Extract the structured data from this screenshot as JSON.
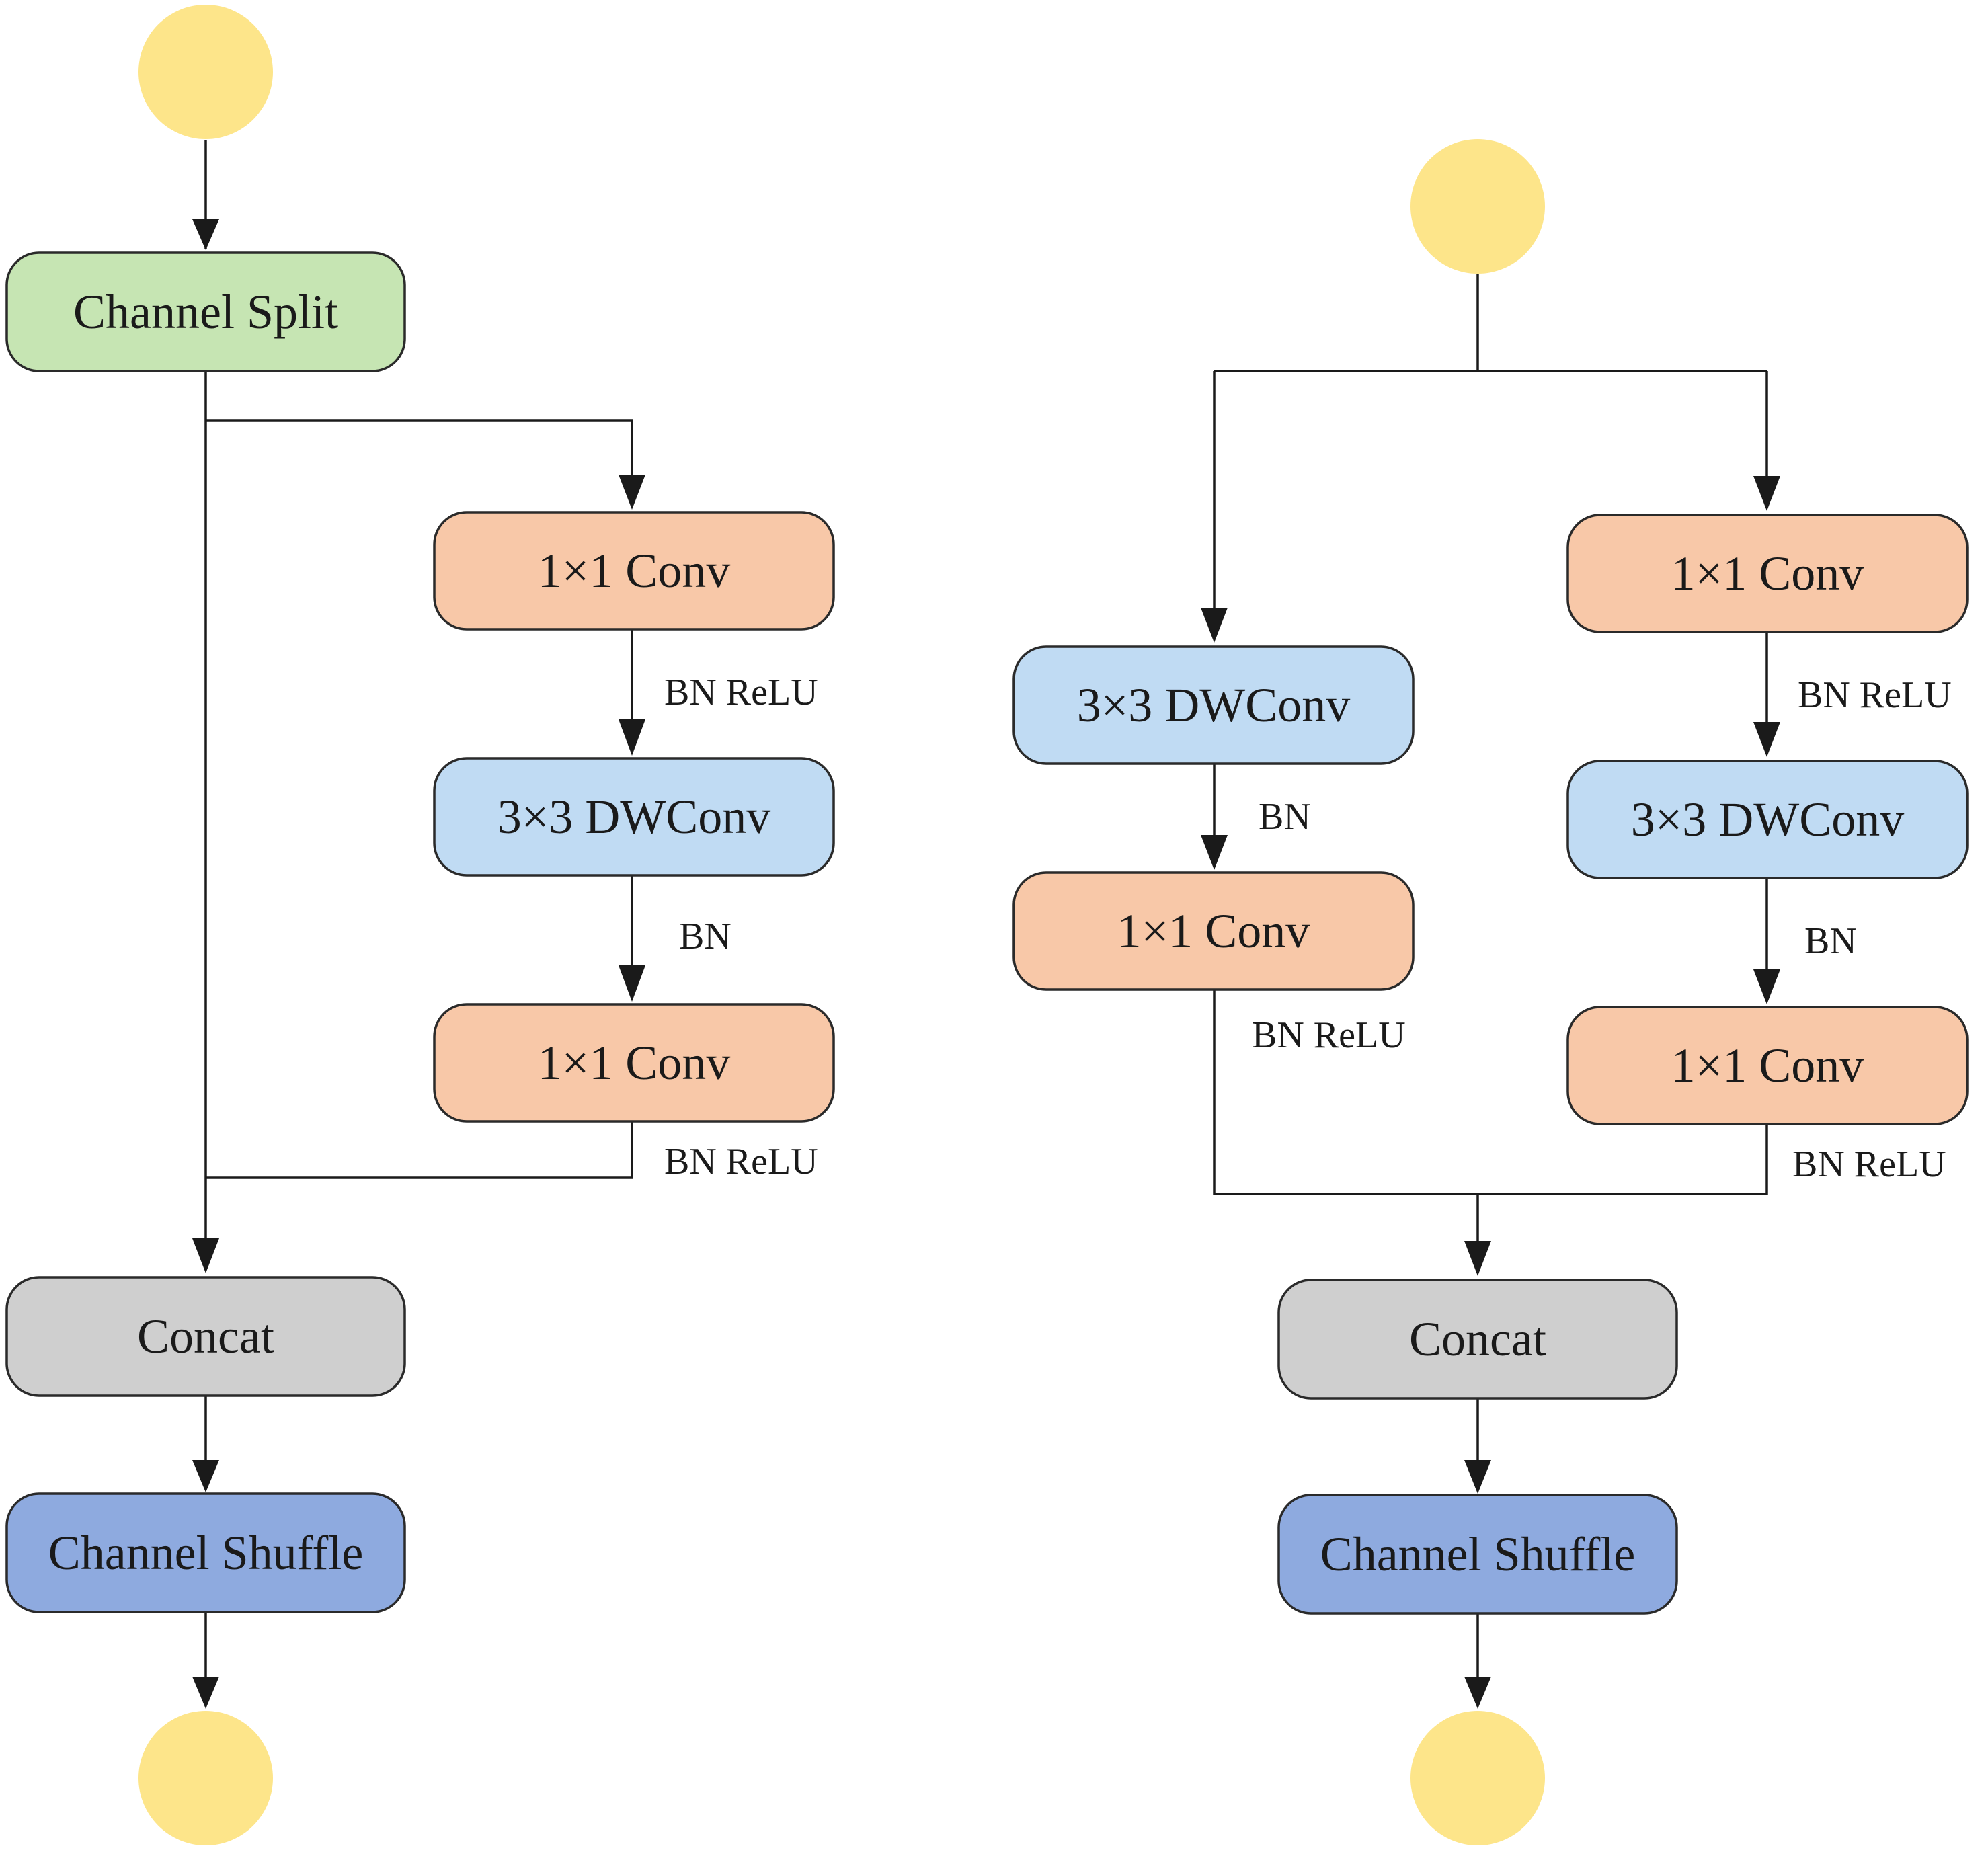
{
  "colors": {
    "terminal": "#fde58a",
    "split": "#c6e5b3",
    "conv1x1": "#f8c8a8",
    "dwconv": "#c0dbf3",
    "concat": "#cfcfcf",
    "shuffle": "#8eaadf",
    "line": "#1a1a1a"
  },
  "left_unit": {
    "split": "Channel Split",
    "branch": {
      "conv_a": "1×1 Conv",
      "label_a": "BN ReLU",
      "dwconv": "3×3 DWConv",
      "label_b": "BN",
      "conv_b": "1×1 Conv",
      "label_c": "BN ReLU"
    },
    "concat": "Concat",
    "shuffle": "Channel Shuffle"
  },
  "right_unit": {
    "left_branch": {
      "dwconv": "3×3 DWConv",
      "label_a": "BN",
      "conv": "1×1 Conv",
      "label_b": "BN ReLU"
    },
    "right_branch": {
      "conv_a": "1×1 Conv",
      "label_a": "BN ReLU",
      "dwconv": "3×3 DWConv",
      "label_b": "BN",
      "conv_b": "1×1 Conv",
      "label_c": "BN ReLU"
    },
    "concat": "Concat",
    "shuffle": "Channel Shuffle"
  }
}
